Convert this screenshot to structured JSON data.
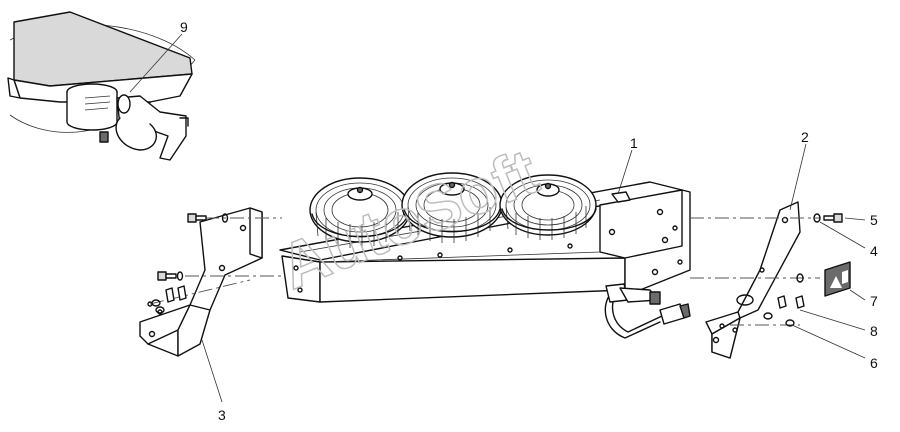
{
  "watermark": "AutoSoft",
  "callouts": [
    {
      "id": "c1",
      "label": "1"
    },
    {
      "id": "c2",
      "label": "2"
    },
    {
      "id": "c3",
      "label": "3"
    },
    {
      "id": "c4",
      "label": "4"
    },
    {
      "id": "c5",
      "label": "5"
    },
    {
      "id": "c6",
      "label": "6"
    },
    {
      "id": "c7",
      "label": "7"
    },
    {
      "id": "c8",
      "label": "8"
    },
    {
      "id": "c9",
      "label": "9"
    }
  ],
  "parts": {
    "fan": "fan-icon",
    "bolt": "bolt-icon",
    "washer": "washer-icon",
    "bracket": "bracket-icon",
    "warning_label": "warning-label-icon",
    "connector": "connector-icon"
  }
}
